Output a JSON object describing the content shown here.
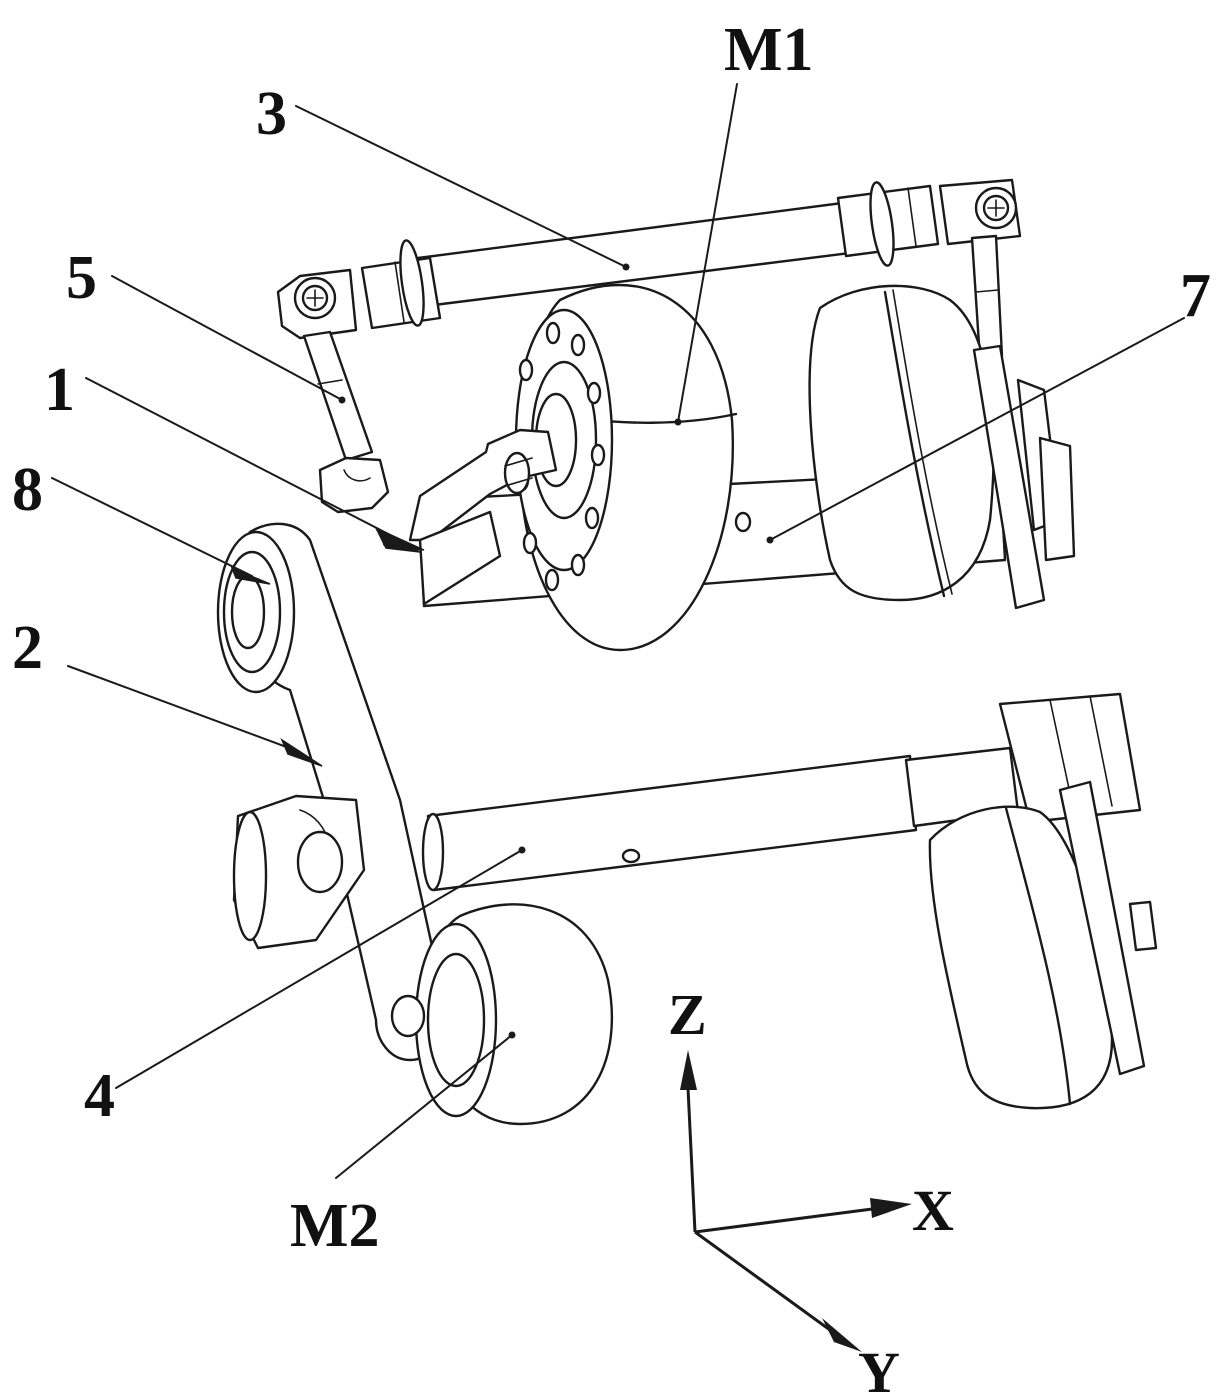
{
  "figure": {
    "type": "patent-mechanical-drawing",
    "line_color": "#1a1a1a",
    "background": "#ffffff"
  },
  "labels": {
    "ref_3": "3",
    "ref_M1": "M1",
    "ref_5": "5",
    "ref_1": "1",
    "ref_8": "8",
    "ref_7": "7",
    "ref_2": "2",
    "ref_4": "4",
    "ref_M2": "M2"
  },
  "axes": {
    "z": "Z",
    "x": "X",
    "y": "Y"
  }
}
